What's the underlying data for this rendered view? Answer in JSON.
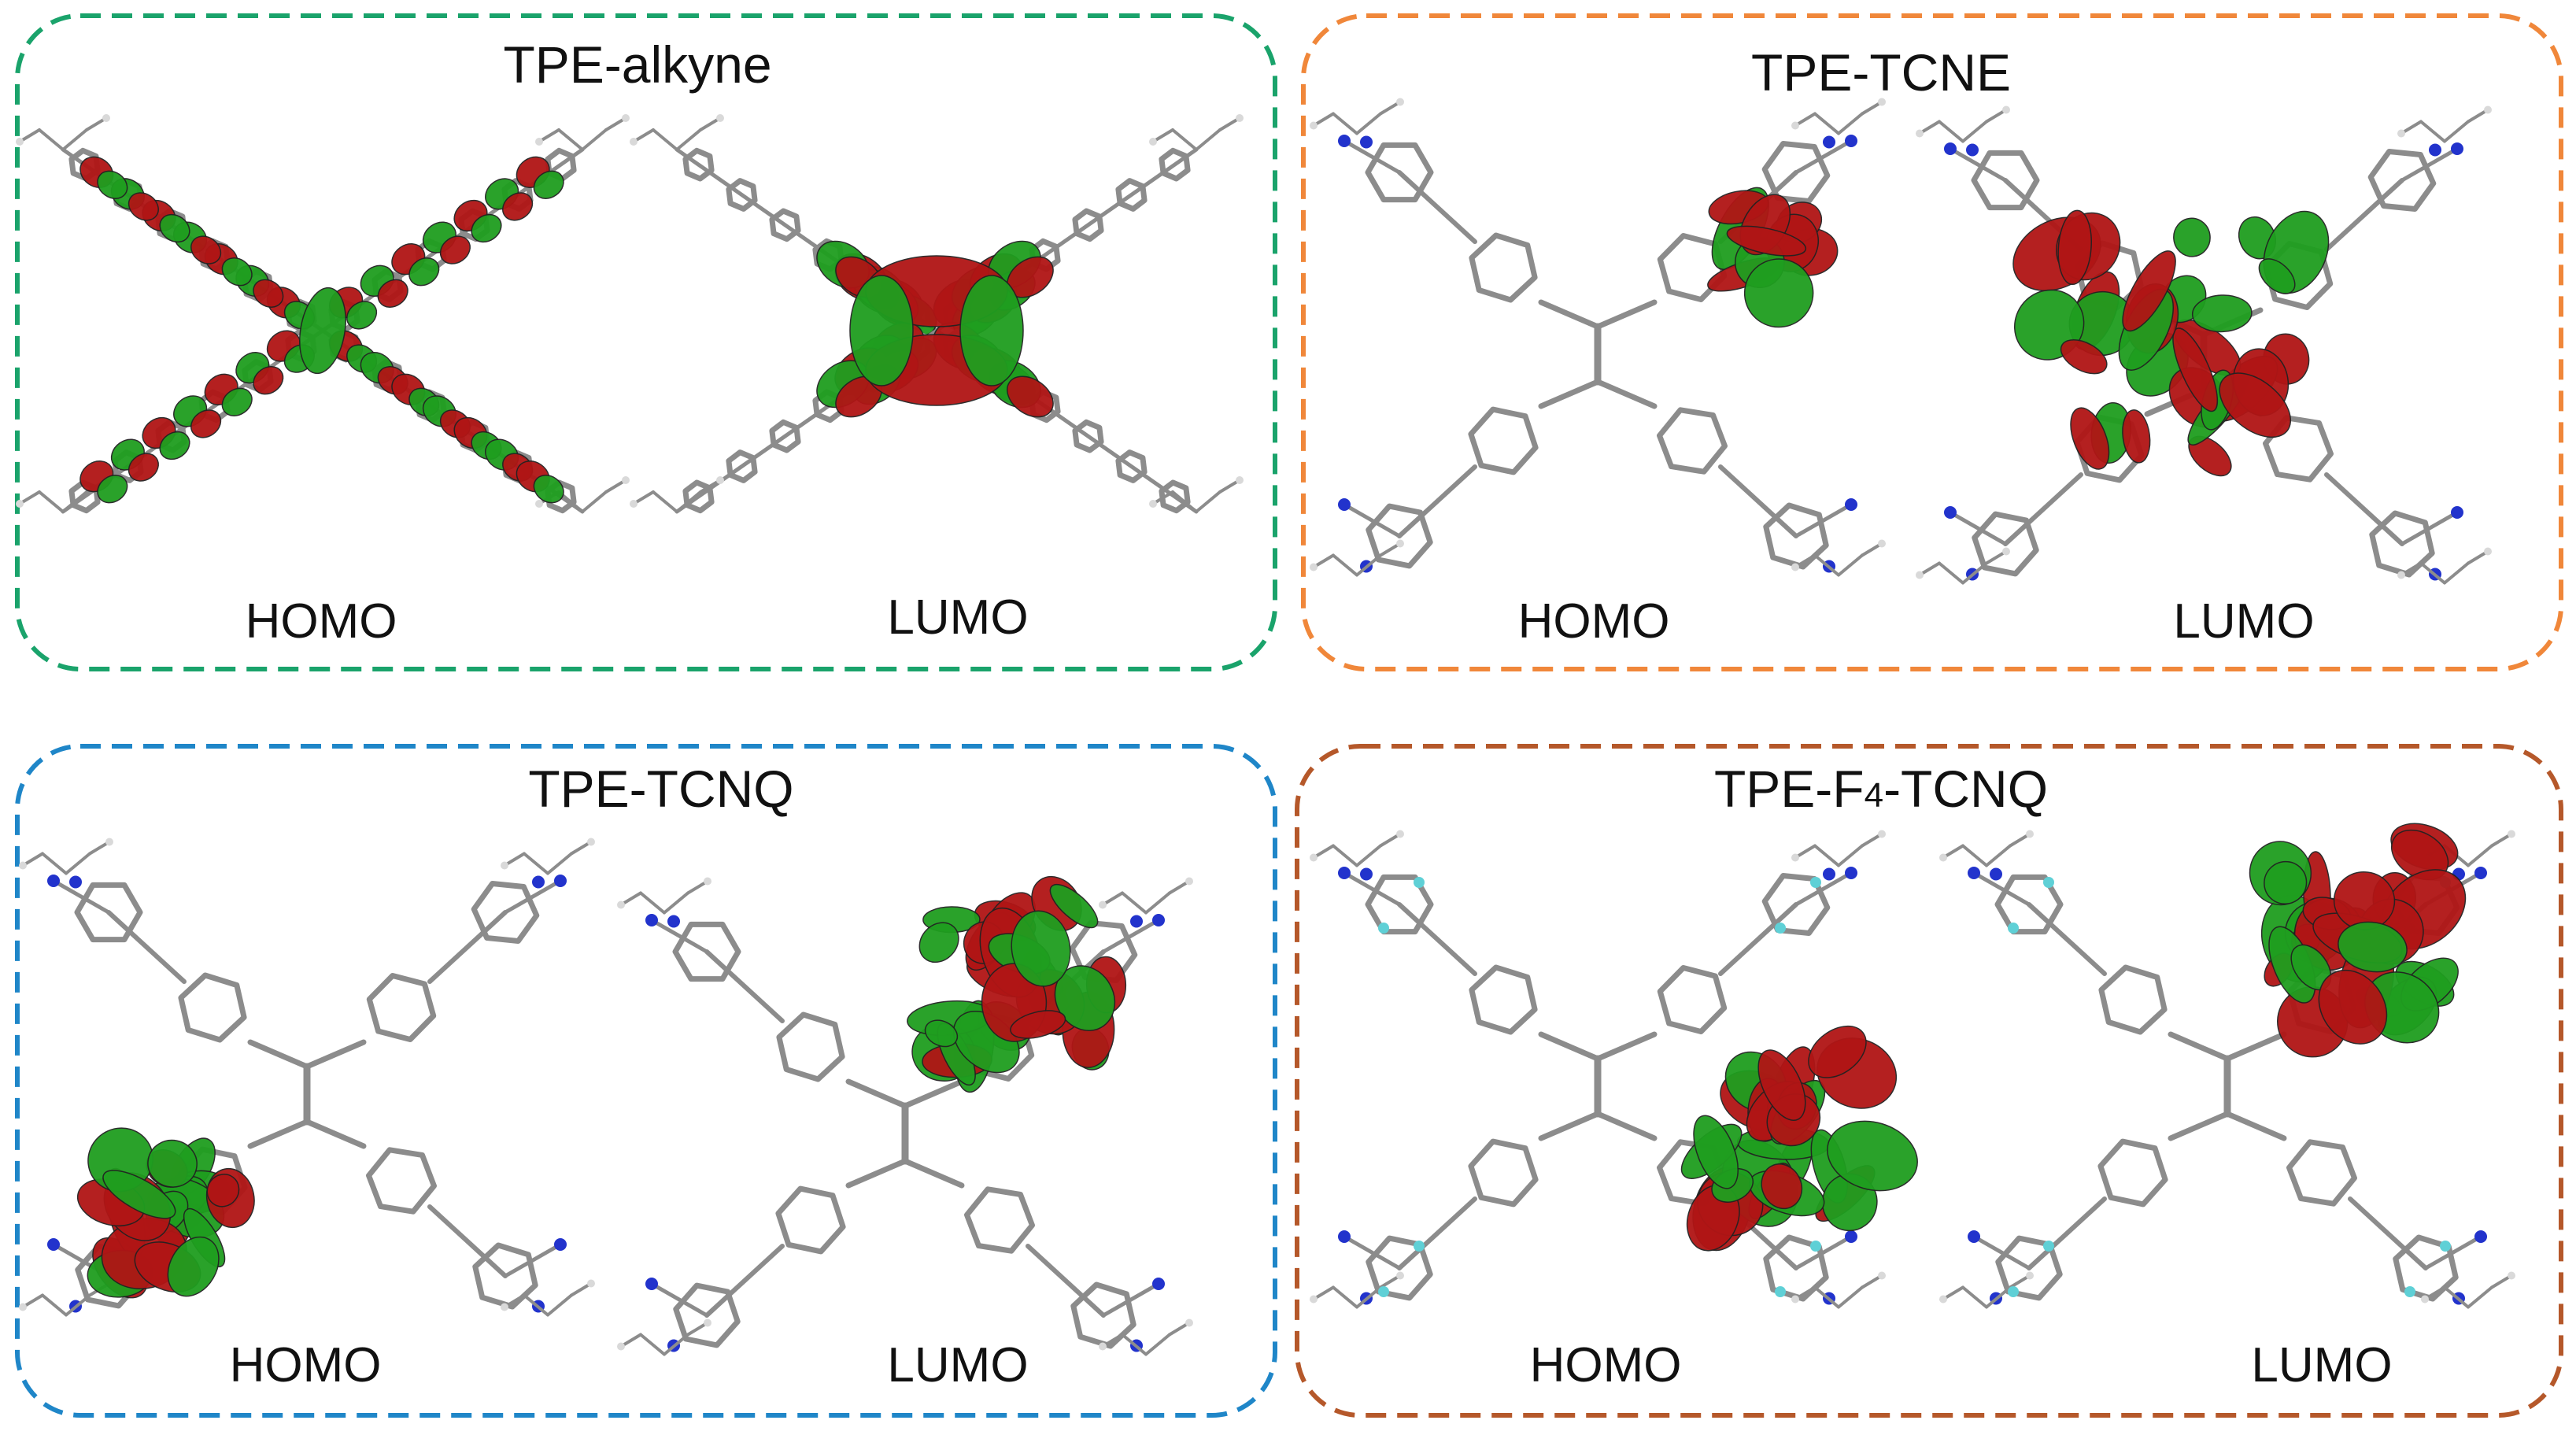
{
  "colors": {
    "bond": "#8c8c8c",
    "hydrogen": "#d9d9d9",
    "nitrogen": "#2233cc",
    "fluorine": "#5fd0d6",
    "lobe_positive": "#b01515",
    "lobe_negative": "#1f9e1f"
  },
  "panels": [
    {
      "id": "alkyne",
      "title": "TPE-alkyne",
      "homo": "HOMO",
      "lumo": "LUMO",
      "border_color": "#1aa36b"
    },
    {
      "id": "tcne",
      "title": "TPE-TCNE",
      "homo": "HOMO",
      "lumo": "LUMO",
      "border_color": "#f0873a"
    },
    {
      "id": "tcnq",
      "title": "TPE-TCNQ",
      "homo": "HOMO",
      "lumo": "LUMO",
      "border_color": "#1f86c8"
    },
    {
      "id": "f4tcnq",
      "title_main": "TPE-F",
      "title_sub": "4",
      "title_end": "-TCNQ",
      "homo": "HOMO",
      "lumo": "LUMO",
      "border_color": "#b5582a"
    }
  ]
}
